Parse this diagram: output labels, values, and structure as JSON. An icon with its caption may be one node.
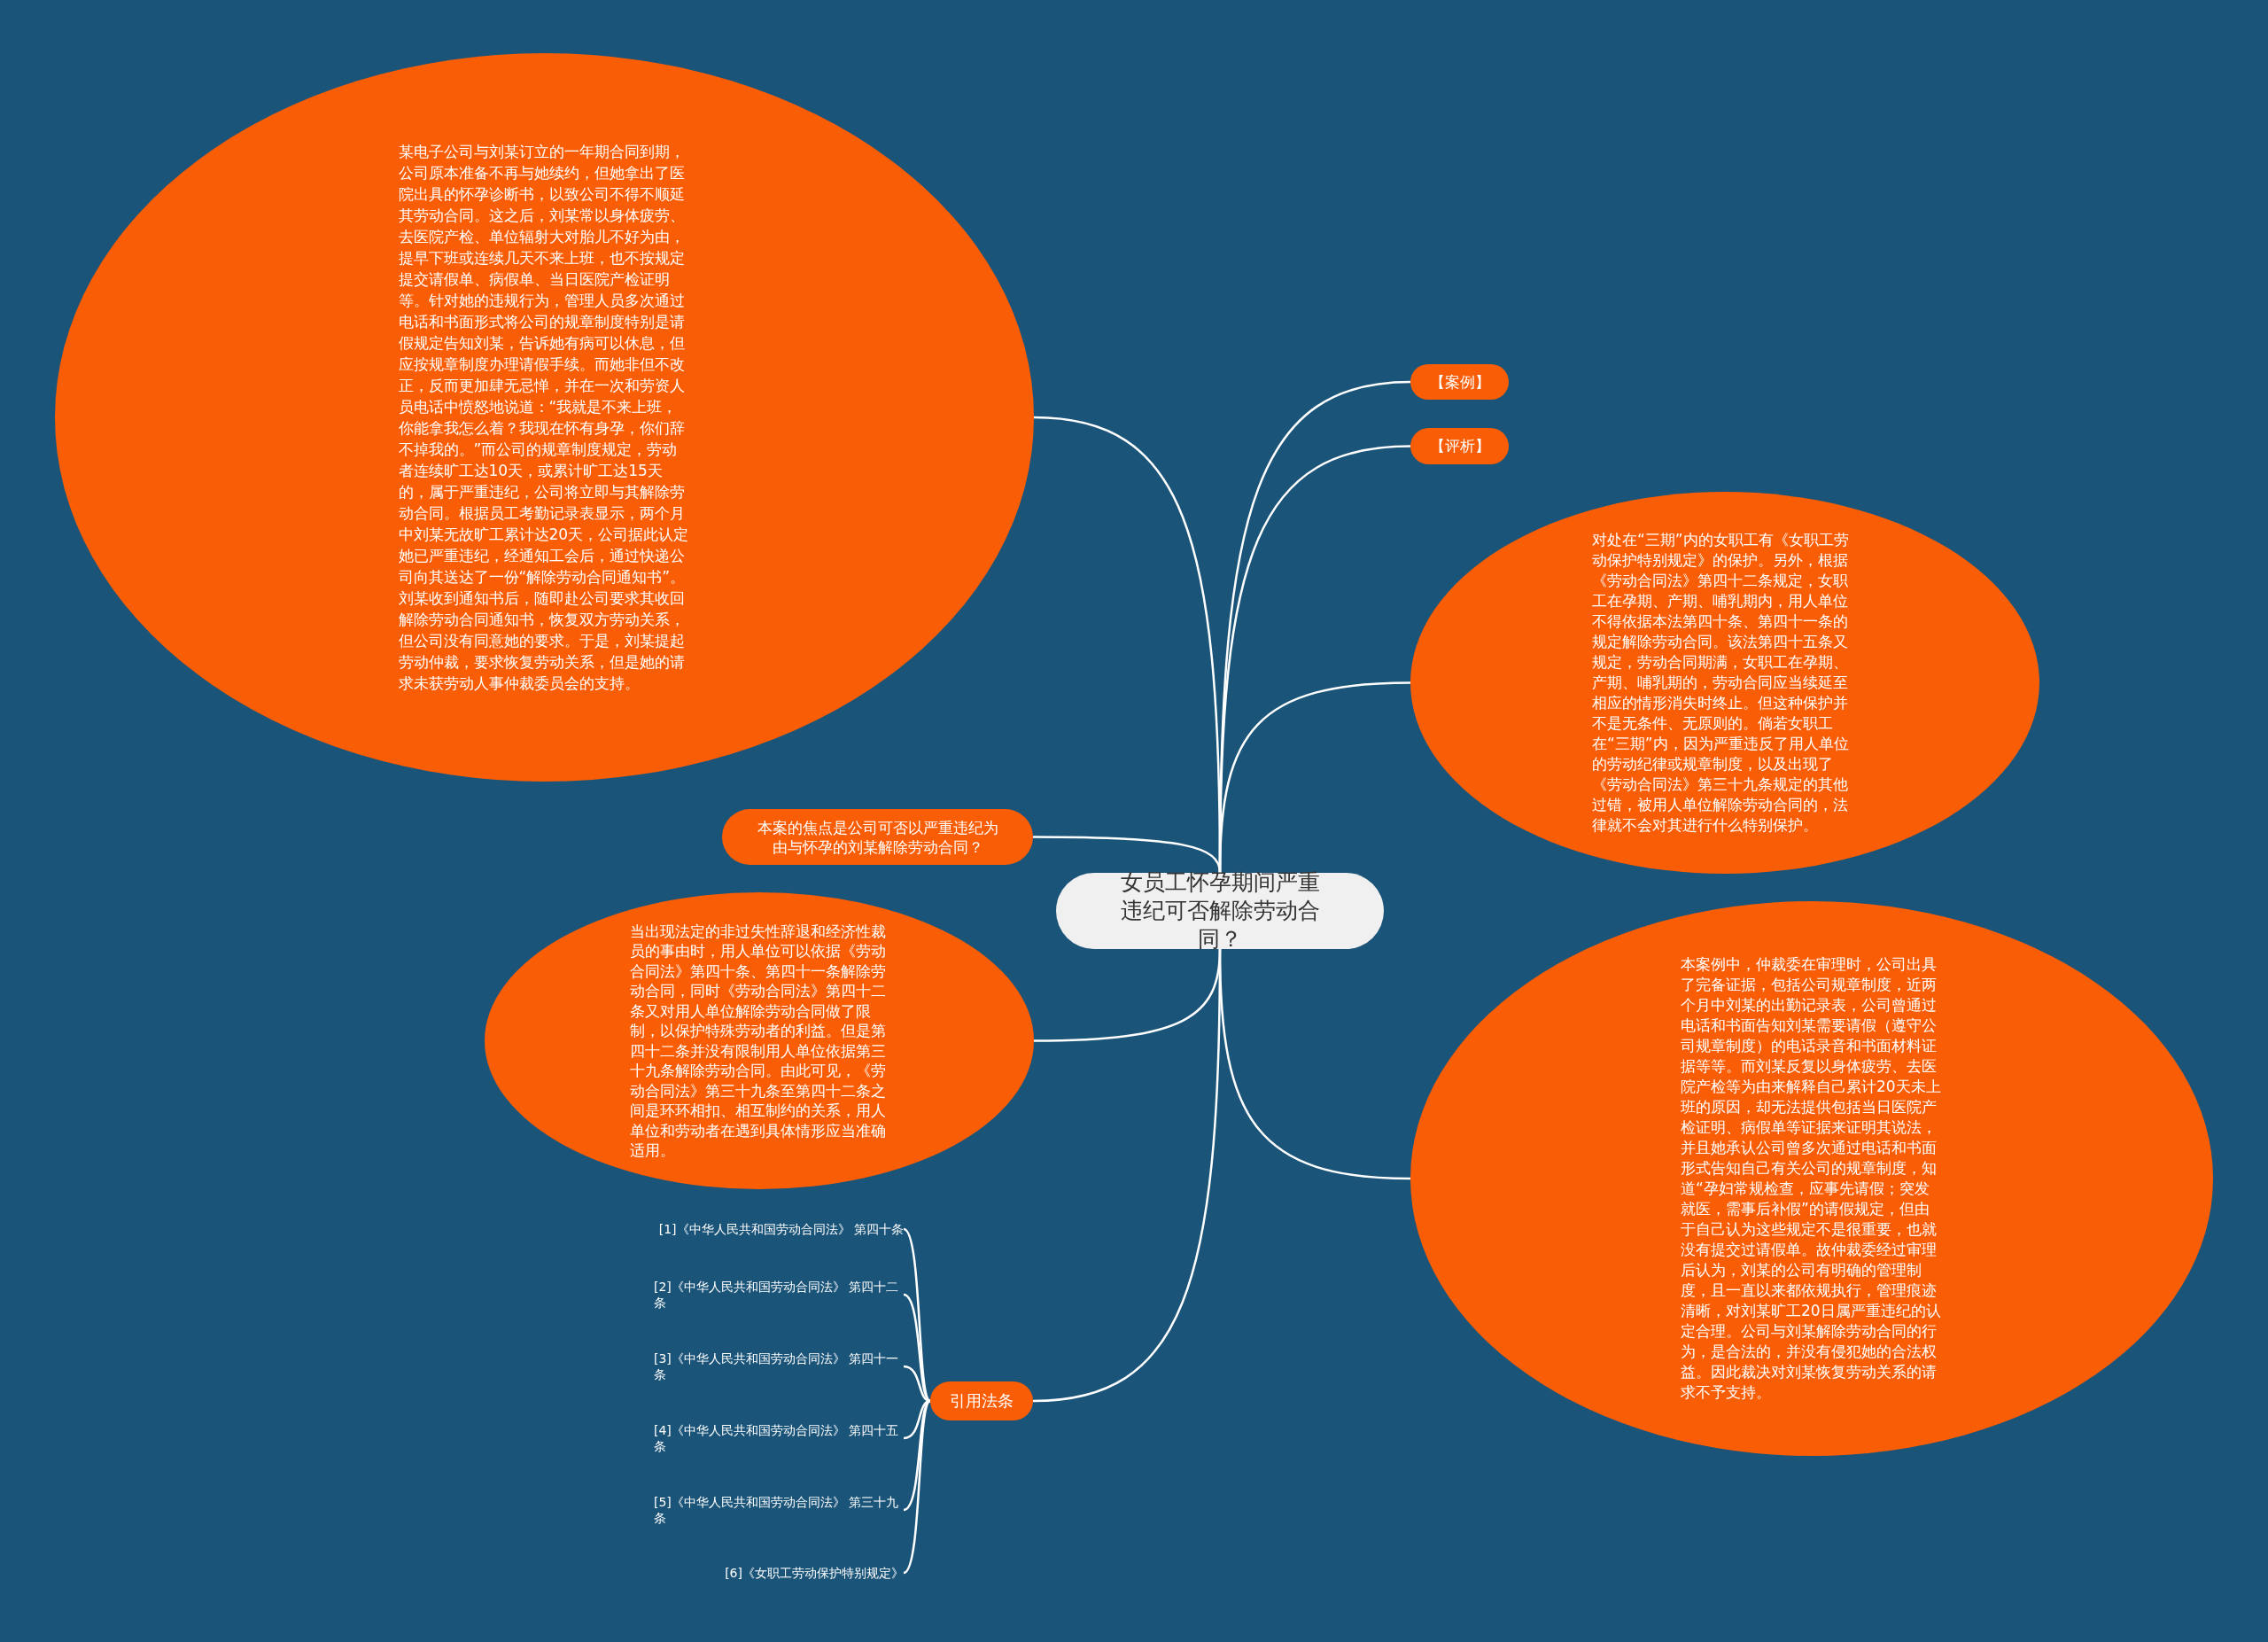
{
  "diagram": {
    "nodes": [
      {
        "text": [
          "女员工怀孕期间严重违纪可否解除劳动合同？"
        ]
      },
      {
        "text": [
          "某电子公司与刘某订立的一年期合同到期，公司原本准备不再与她续约，但她拿出了医院出具的怀孕诊断书，以致公司不得不顺延其劳动合同。这之后，刘某常以身体疲劳、去医院产检、单位辐射大对胎儿不好为由，提早下班或连续几天不来上班，也不按规定提交请假单、病假单、当日医院产检证明等。针对她的违规行为，管理人员多次通过电话和书面形式将公司的规章制度特别是请假规定告知刘某，告诉她有病可以休息，但应按规章制度办理请假手续。而她非但不改正，反而更加肆无忌惮，并在一次和劳资人员电话中愤怒地说道：“我就是不来上班，你能拿我怎么着？我现在怀有身孕，你们辞不掉我的。”而公司的规章制度规定，劳动者连续旷工达10天，或累计旷工达15天的，属于严重违纪，公司将立即与其解除劳动合同。根据员工考勤记录表显示，两个月中刘某无故旷工累计达20天，公司据此认定她已严重违纪，经通知工会后，通过快递公司向其送达了一份“解除劳动合同通知书”。刘某收到通知书后，随即赴公司要求其收回解除劳动合同通知书，恢复双方劳动关系，但公司没有同意她的要求。于是，刘某提起劳动仲裁，要求恢复劳动关系，但是她的请求未获劳动人事仲裁委员会的支持。"
        ]
      },
      {
        "text": [
          "【案例】"
        ]
      },
      {
        "text": [
          "【评析】"
        ]
      },
      {
        "text": [
          "对处在“三期”内的女职工有《女职工劳动保护特别规定》的保护。另外，根据《劳动合同法》第四十二条规定，女职工在孕期、产期、哺乳期内，用人单位不得依据本法第四十条、第四十一条的规定解除劳动合同。该法第四十五条又规定，劳动合同期满，女职工在孕期、产期、哺乳期的，劳动合同应当续延至相应的情形消失时终止。但这种保护并不是无条件、无原则的。倘若女职工在“三期”内，因为严重违反了用人单位的劳动纪律或规章制度，以及出现了《劳动合同法》第三十九条规定的其他过错，被用人单位解除劳动合同的，法律就不会对其进行什么特别保护。"
        ]
      },
      {
        "text": [
          "本案的焦点是公司可否以严重违纪为由与怀孕的刘某解除劳动合同？"
        ]
      },
      {
        "text": [
          "当出现法定的非过失性辞退和经济性裁员的事由时，用人单位可以依据《劳动合同法》第四十条、第四十一条解除劳动合同，同时《劳动合同法》第四十二条又对用人单位解除劳动合同做了限制，以保护特殊劳动者的利益。但是第四十二条并没有限制用人单位依据第三十九条解除劳动合同。由此可见，《劳动合同法》第三十九条至第四十二条之间是环环相扣、相互制约的关系，用人单位和劳动者在遇到具体情形应当准确适用。"
        ]
      },
      {
        "text": [
          "本案例中，仲裁委在审理时，公司出具了完备证据，包括公司规章制度，近两个月中刘某的出勤记录表，公司曾通过电话和书面告知刘某需要请假（遵守公司规章制度）的电话录音和书面材料证据等等。而刘某反复以身体疲劳、去医院产检等为由来解释自己累计20天未上班的原因，却无法提供包括当日医院产检证明、病假单等证据来证明其说法，并且她承认公司曾多次通过电话和书面形式告知自己有关公司的规章制度，知道“孕妇常规检查，应事先请假；突发就医，需事后补假”的请假规定，但由于自己认为这些规定不是很重要，也就没有提交过请假单。故仲裁委经过审理后认为，刘某的公司有明确的管理制度，且一直以来都依规执行，管理痕迹清晰，对刘某旷工20日属严重违纪的认定合理。公司与刘某解除劳动合同的行为，是合法的，并没有侵犯她的合法权益。因此裁决对刘某恢复劳动关系的请求不予支持。"
        ]
      },
      {
        "text": [
          "引用法条"
        ]
      },
      {
        "text": [
          "[1]《中华人民共和国劳动合同法》 第四十条"
        ]
      },
      {
        "text": [
          "[2]《中华人民共和国劳动合同法》 第四十二条"
        ]
      },
      {
        "text": [
          "[3]《中华人民共和国劳动合同法》 第四十一条"
        ]
      },
      {
        "text": [
          "[4]《中华人民共和国劳动合同法》 第四十五条"
        ]
      },
      {
        "text": [
          "[5]《中华人民共和国劳动合同法》 第三十九条"
        ]
      },
      {
        "text": [
          "[6]《女职工劳动保护特别规定》"
        ]
      }
    ],
    "edges": [
      {
        "from": 0,
        "to": 1,
        "arrow": "none"
      },
      {
        "from": 0,
        "to": 2,
        "arrow": "none"
      },
      {
        "from": 0,
        "to": 3,
        "arrow": "none"
      },
      {
        "from": 0,
        "to": 4,
        "arrow": "none"
      },
      {
        "from": 0,
        "to": 5,
        "arrow": "none"
      },
      {
        "from": 0,
        "to": 6,
        "arrow": "none"
      },
      {
        "from": 0,
        "to": 7,
        "arrow": "none"
      },
      {
        "from": 0,
        "to": 8,
        "arrow": "none"
      },
      {
        "from": 8,
        "to": 9,
        "arrow": "none"
      },
      {
        "from": 8,
        "to": 10,
        "arrow": "none"
      },
      {
        "from": 8,
        "to": 11,
        "arrow": "none"
      },
      {
        "from": 8,
        "to": 12,
        "arrow": "none"
      },
      {
        "from": 8,
        "to": 13,
        "arrow": "none"
      },
      {
        "from": 8,
        "to": 14,
        "arrow": "none"
      }
    ]
  }
}
